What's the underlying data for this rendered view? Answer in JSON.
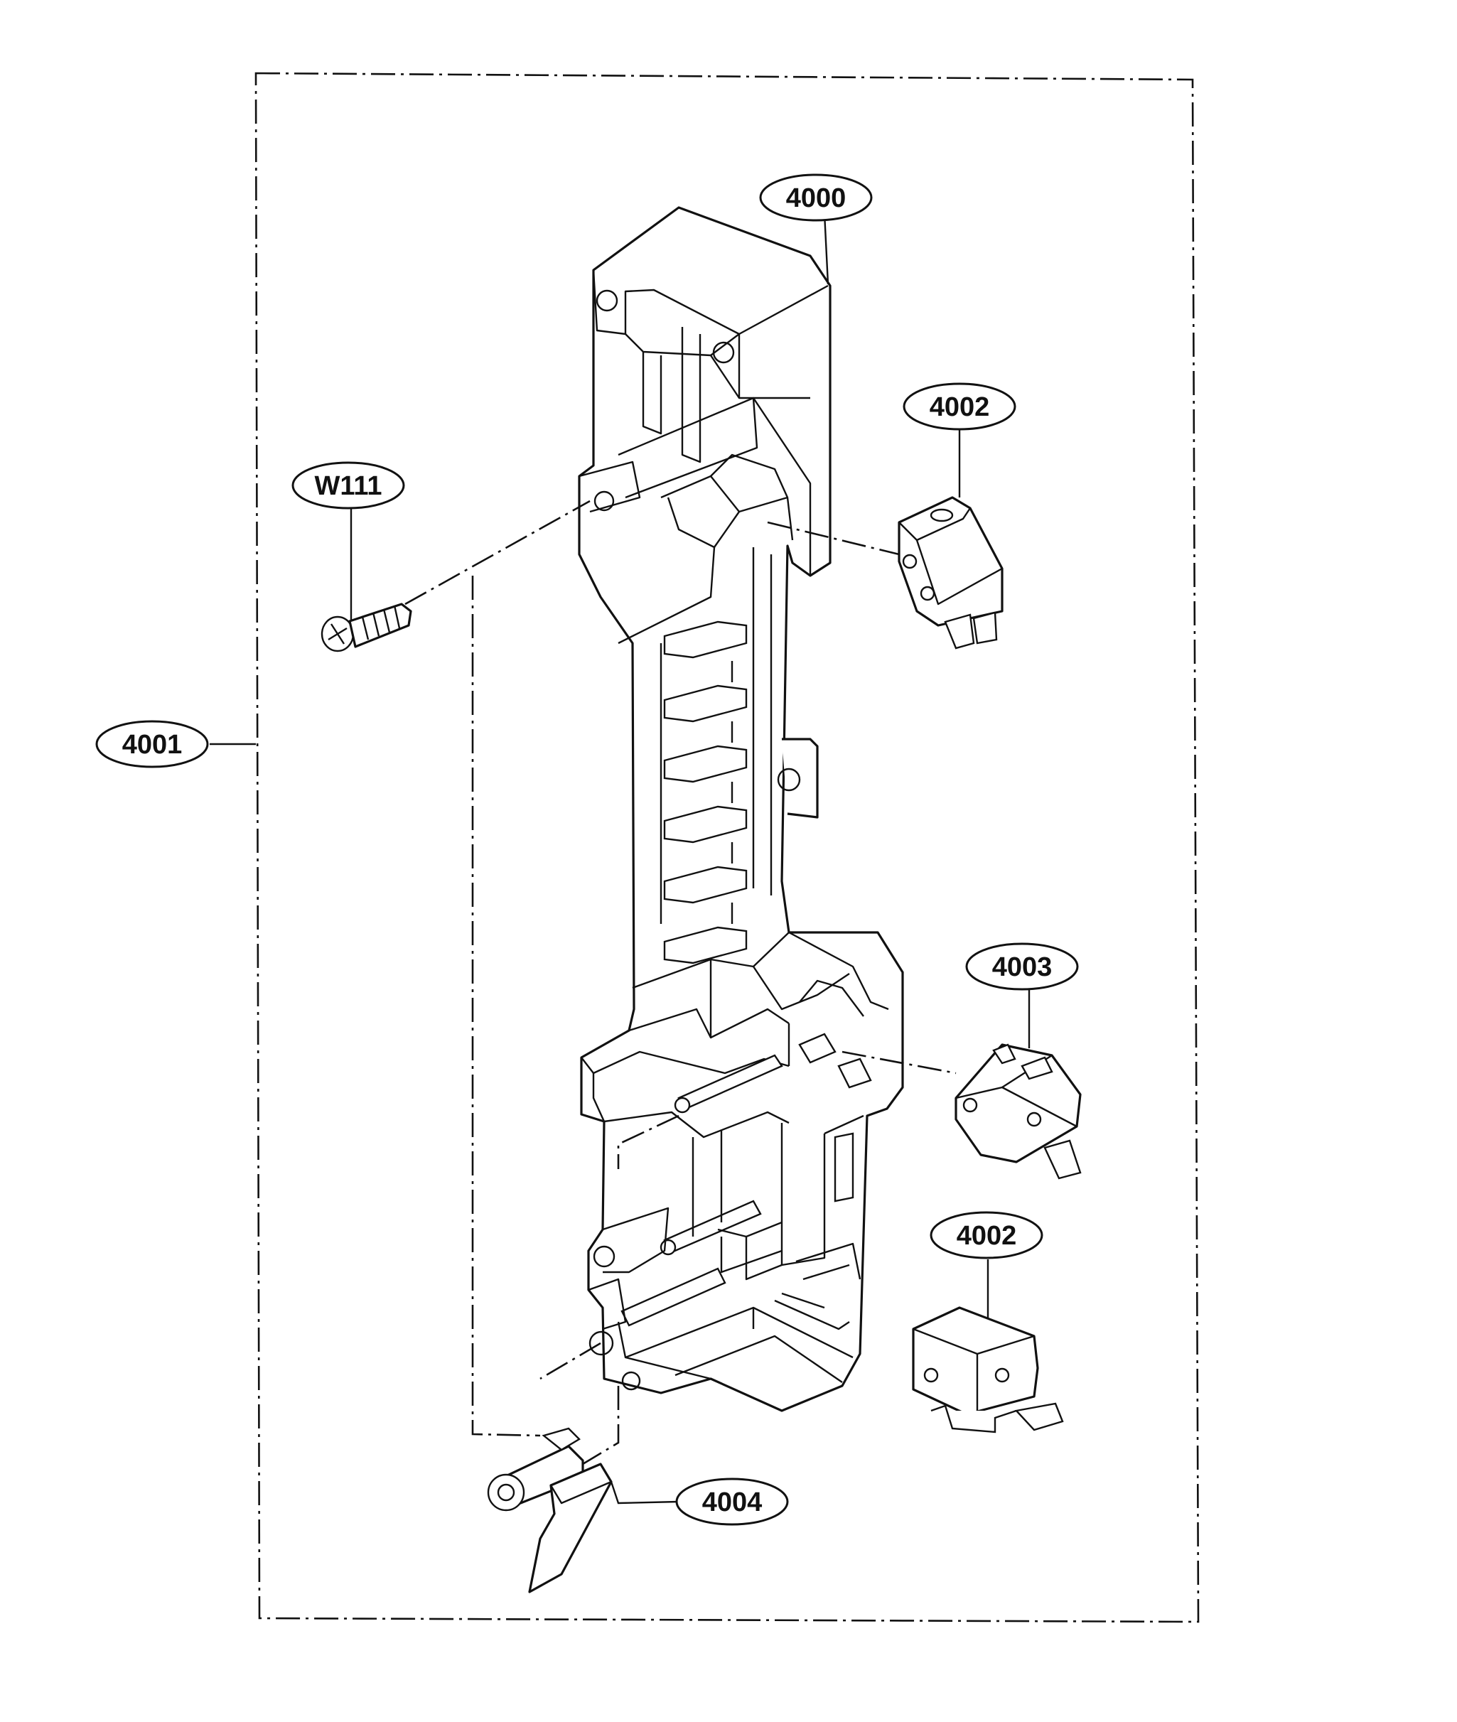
{
  "labels": {
    "l4000": "4000",
    "l4001": "4001",
    "l4002a": "4002",
    "l4002b": "4002",
    "l4003": "4003",
    "l4004": "4004",
    "lW111": "W111"
  },
  "colors": {
    "line": "#111111",
    "background": "#ffffff"
  }
}
